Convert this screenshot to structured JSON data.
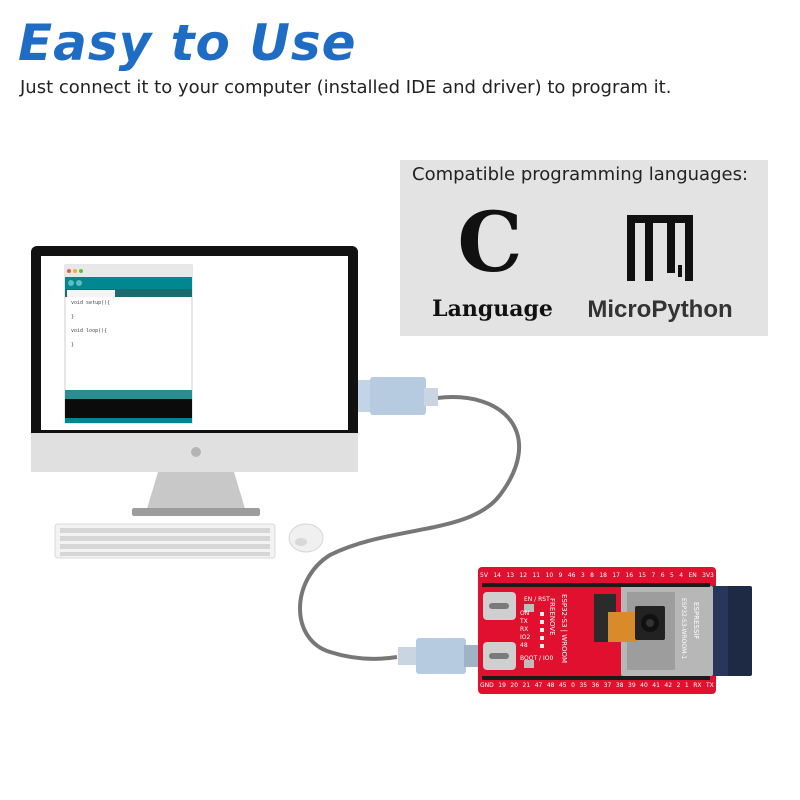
{
  "header": {
    "title": "Easy to Use",
    "subtitle": "Just connect it to your computer (installed IDE and driver) to program it."
  },
  "languages": {
    "header": "Compatible programming languages:",
    "c": {
      "letter": "C",
      "label": "Language"
    },
    "micropython": {
      "label": "MicroPython"
    }
  },
  "ide": {
    "code_lines": [
      "void setup(){",
      "}",
      "void loop(){",
      "}"
    ]
  },
  "board": {
    "top_pins": [
      "5V",
      "14",
      "13",
      "12",
      "11",
      "10",
      "9",
      "46",
      "3",
      "8",
      "18",
      "17",
      "16",
      "15",
      "7",
      "6",
      "5",
      "4",
      "EN",
      "3V3"
    ],
    "bottom_pins": [
      "GND",
      "19",
      "20",
      "21",
      "47",
      "48",
      "45",
      "0",
      "35",
      "36",
      "37",
      "38",
      "39",
      "40",
      "41",
      "42",
      "2",
      "1",
      "RX",
      "TX"
    ],
    "led_labels": [
      "ON",
      "TX",
      "RX",
      "IO2",
      "48"
    ],
    "en_rst": "EN / RST",
    "boot_io0": "BOOT / IO0",
    "brand_vertical": "FREENOVE",
    "model_vertical": "ESP32-S3 | WROOM",
    "module_brand": "ESPRESSIF",
    "module_model": "ESP32-S3-WROOM-1"
  },
  "colors": {
    "title": "#1f6cc4",
    "board": "#e0102e",
    "panel": "#e3e3e3",
    "ide_teal": "#00878f",
    "cable": "#777777",
    "connector": "#b6cbe0"
  }
}
